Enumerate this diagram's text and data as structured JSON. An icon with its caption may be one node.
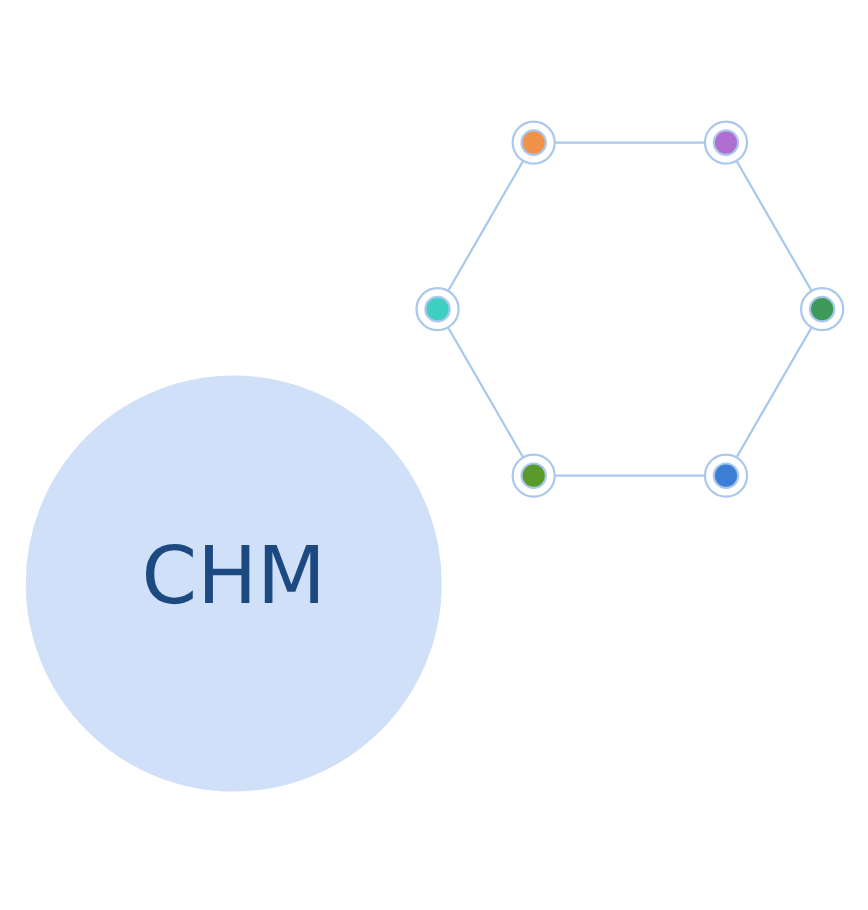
{
  "diagram": {
    "nodes": [
      {
        "text": [
          "CHM"
        ]
      },
      {
        "text": [],
        "shape": "circle"
      },
      {
        "text": [],
        "shape": "circle"
      },
      {
        "text": [],
        "shape": "circle"
      },
      {
        "text": [],
        "shape": "circle"
      },
      {
        "text": [],
        "shape": "circle"
      },
      {
        "text": [],
        "shape": "circle"
      }
    ],
    "edges": [
      {
        "from": 2,
        "to": 4,
        "arrow": "none"
      },
      {
        "from": 4,
        "to": 6,
        "arrow": "none"
      },
      {
        "from": 6,
        "to": 5,
        "arrow": "none"
      },
      {
        "from": 5,
        "to": 3,
        "arrow": "none"
      },
      {
        "from": 3,
        "to": 1,
        "arrow": "none"
      },
      {
        "from": 1,
        "to": 2,
        "arrow": "none"
      }
    ]
  }
}
